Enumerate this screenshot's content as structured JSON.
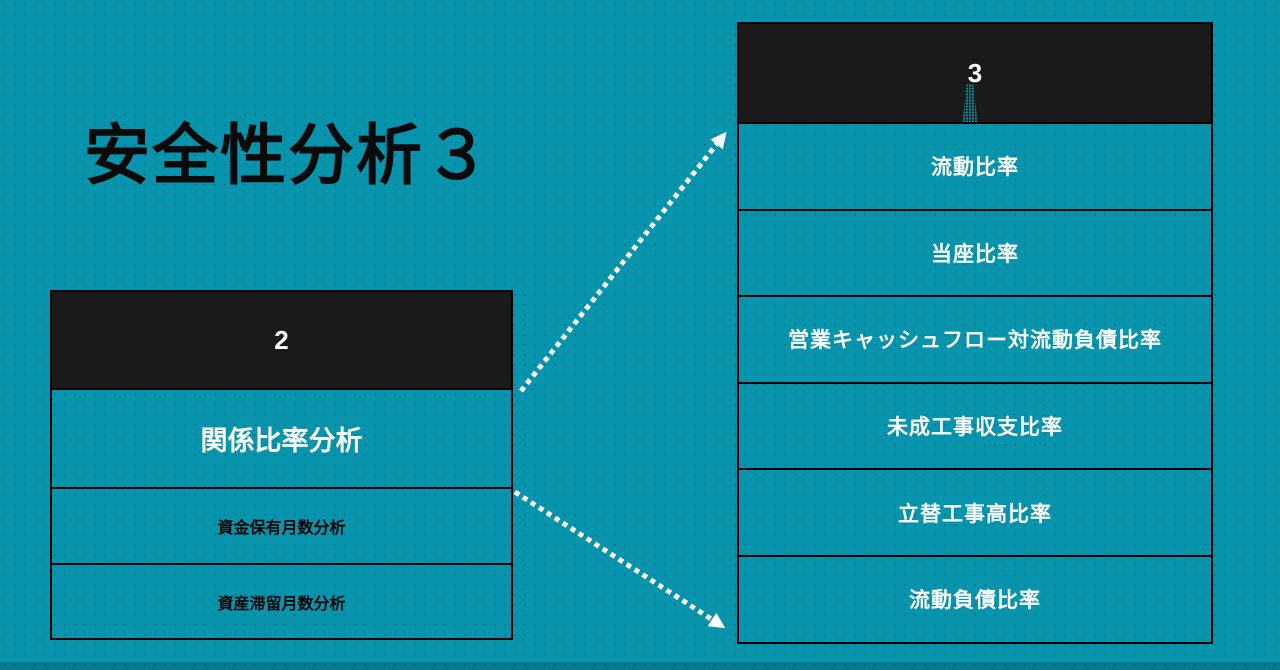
{
  "slide": {
    "title": "安全性分析３"
  },
  "left_table": {
    "header": "2",
    "rows": [
      {
        "label": "関係比率分析"
      },
      {
        "label": "資金保有月数分析"
      },
      {
        "label": "資産滞留月数分析"
      }
    ]
  },
  "right_table": {
    "header": "3",
    "rows": [
      "流動比率",
      "当座比率",
      "営業キャッシュフロー対流動負債比率",
      "未成工事収支比率",
      "立替工事高比率",
      "流動負債比率"
    ]
  },
  "connectors": [
    {
      "from": "left-table-header-bottom",
      "to": "right-table-first-row",
      "style": "white-dotted-arrow"
    },
    {
      "from": "left-table-first-row-bottom",
      "to": "right-table-last-row",
      "style": "white-dotted-arrow"
    }
  ],
  "colors": {
    "background": "#0894AC",
    "header_fill": "#1A1A1A",
    "border": "#000000",
    "arrow": "#FFFFFF",
    "title_text": "#0A0A0A",
    "highlight_text": "#FFFFFF",
    "plain_text": "#050505",
    "footer_strip_overlay": "rgba(0,30,40,0.22)"
  }
}
